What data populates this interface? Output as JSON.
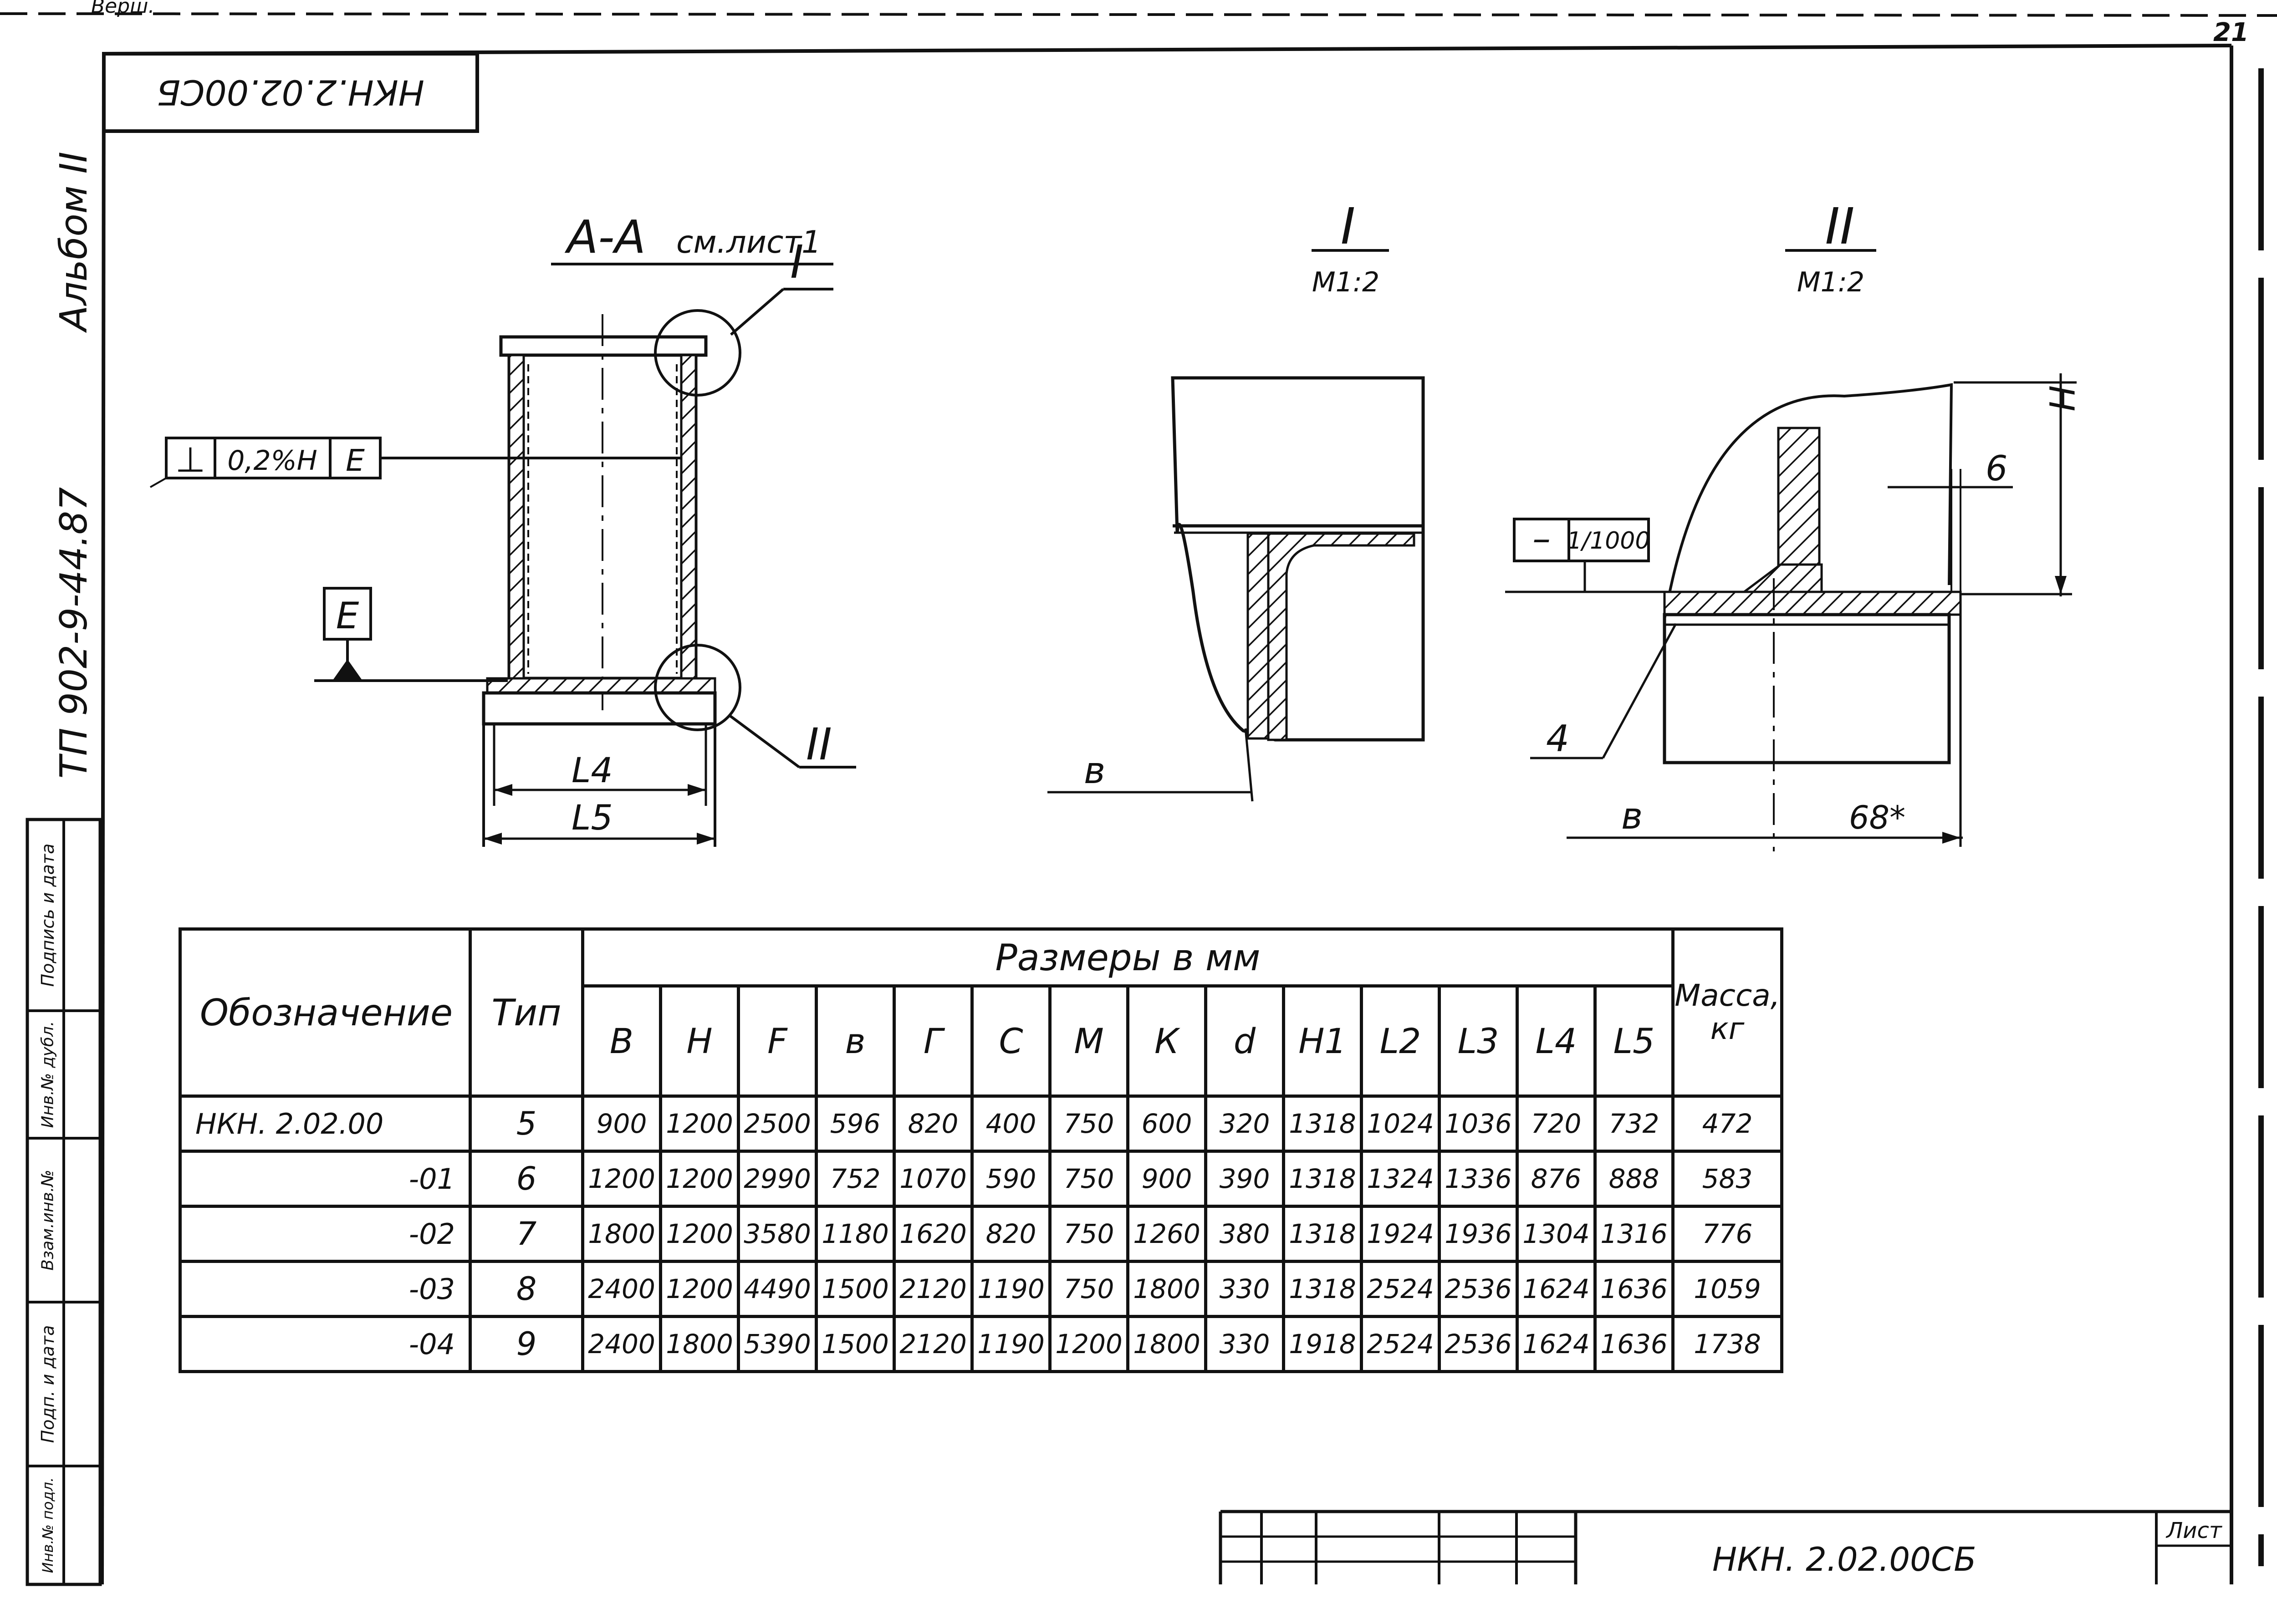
{
  "doc": {
    "rotated_code": "НКН.2.02.00СБ",
    "album": "Альбом II",
    "project": "ТП 902-9-44.87",
    "page_number": "21",
    "top_left_note": "Верш.",
    "footer_code": "НКН. 2.02.00СБ",
    "sheet_label": "Лист"
  },
  "side_stamp": [
    "Подпись и дата",
    "Инв.№ дубл.",
    "Взам.инв.№",
    "Подп. и дата",
    "Инв.№ подл."
  ],
  "view_aa": {
    "title": "А-А",
    "note": "см.лист1",
    "callout_1": "I",
    "callout_2": "II",
    "tolerance_symbol": "⊥",
    "tolerance_value": "0,2%Н",
    "tolerance_datum": "Е",
    "datum_label": "Е",
    "dim_l4": "L4",
    "dim_l5": "L5"
  },
  "detail_1": {
    "title": "I",
    "scale": "М1:2",
    "dim_b": "в"
  },
  "detail_2": {
    "title": "II",
    "scale": "М1:2",
    "dim_h": "Н",
    "dim_6": "6",
    "flatness_symbol": "–",
    "flatness_value": "1/1000",
    "pos_4": "4",
    "dim_b": "в",
    "dim_68": "68*"
  },
  "table": {
    "col_name": "Обозначение",
    "col_type": "Тип",
    "group_header": "Размеры в мм",
    "col_mass": "Масса, кг",
    "dims": [
      "В",
      "Н",
      "F",
      "в",
      "Г",
      "С",
      "М",
      "К",
      "d",
      "Н1",
      "L2",
      "L3",
      "L4",
      "L5"
    ],
    "rows": [
      {
        "name": "НКН. 2.02.00",
        "type": "5",
        "values": [
          "900",
          "1200",
          "2500",
          "596",
          "820",
          "400",
          "750",
          "600",
          "320",
          "1318",
          "1024",
          "1036",
          "720",
          "732"
        ],
        "mass": "472"
      },
      {
        "name": "-01",
        "type": "6",
        "values": [
          "1200",
          "1200",
          "2990",
          "752",
          "1070",
          "590",
          "750",
          "900",
          "390",
          "1318",
          "1324",
          "1336",
          "876",
          "888"
        ],
        "mass": "583"
      },
      {
        "name": "-02",
        "type": "7",
        "values": [
          "1800",
          "1200",
          "3580",
          "1180",
          "1620",
          "820",
          "750",
          "1260",
          "380",
          "1318",
          "1924",
          "1936",
          "1304",
          "1316"
        ],
        "mass": "776"
      },
      {
        "name": "-03",
        "type": "8",
        "values": [
          "2400",
          "1200",
          "4490",
          "1500",
          "2120",
          "1190",
          "750",
          "1800",
          "330",
          "1318",
          "2524",
          "2536",
          "1624",
          "1636"
        ],
        "mass": "1059"
      },
      {
        "name": "-04",
        "type": "9",
        "values": [
          "2400",
          "1800",
          "5390",
          "1500",
          "2120",
          "1190",
          "1200",
          "1800",
          "330",
          "1918",
          "2524",
          "2536",
          "1624",
          "1636"
        ],
        "mass": "1738"
      }
    ]
  }
}
